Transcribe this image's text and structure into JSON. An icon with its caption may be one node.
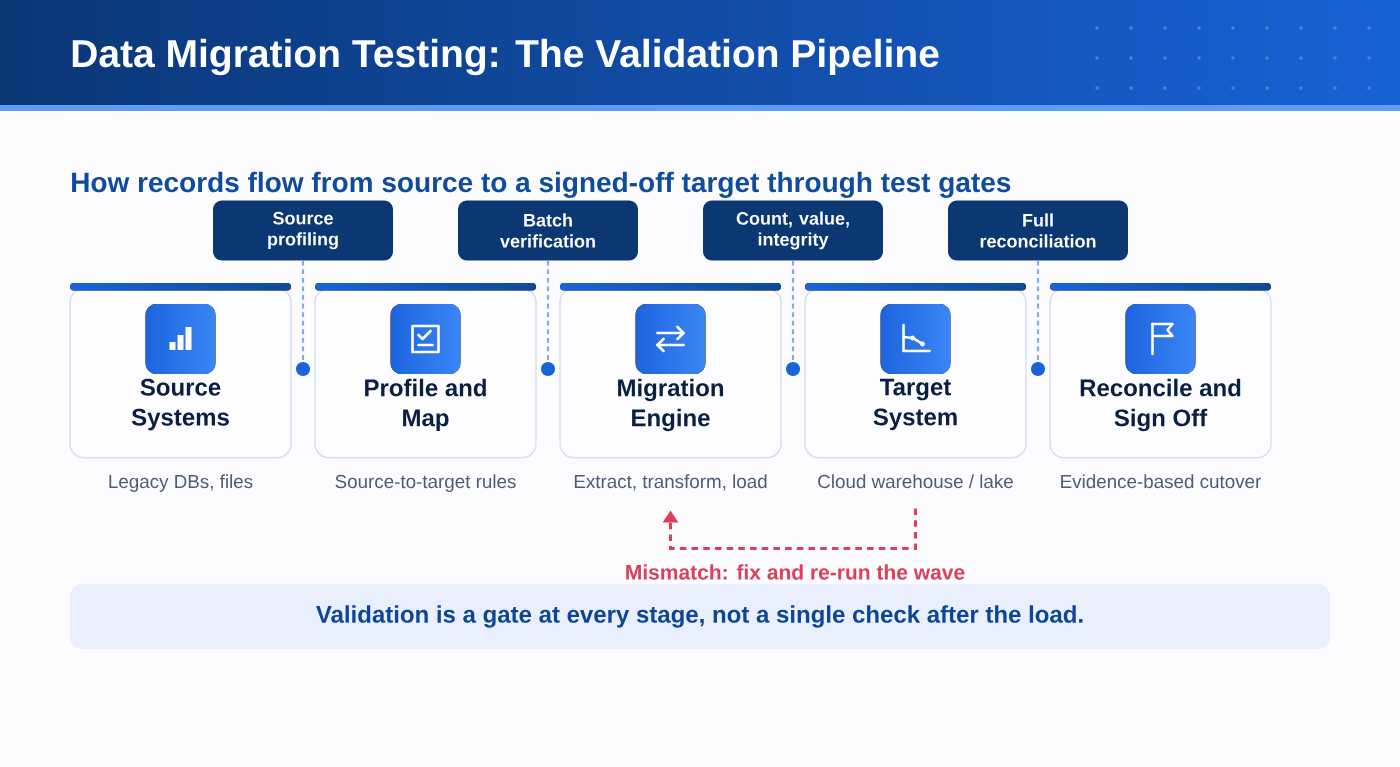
{
  "diagram": {
    "title": "Data Migration Testing: The Validation Pipeline",
    "nodes": [
      {
        "text": [
          "Source profiling"
        ]
      },
      {
        "text": [
          "Batch verification"
        ]
      },
      {
        "text": [
          "Count, value, integrity"
        ]
      },
      {
        "text": [
          "Full reconciliation"
        ]
      },
      {
        "text": [
          "Source Systems"
        ],
        "beside": [
          "Legacy DBs, files"
        ]
      },
      {
        "text": [
          "Profile and Map"
        ],
        "beside": [
          "Source-to-target rules"
        ]
      },
      {
        "text": [
          "Migration Engine"
        ],
        "beside": [
          "Extract, transform, load"
        ]
      },
      {
        "text": [
          "Target System"
        ],
        "beside": [
          "Cloud warehouse / lake"
        ]
      },
      {
        "text": [
          "Reconcile and Sign Off"
        ],
        "beside": [
          "Evidence-based cutover"
        ]
      },
      {
        "text": [],
        "shape": "circle"
      },
      {
        "text": [],
        "shape": "circle"
      },
      {
        "text": [],
        "shape": "circle"
      },
      {
        "text": [],
        "shape": "circle"
      },
      {
        "text": [
          "Validation is a gate at every stage, not a single check after the load."
        ]
      }
    ],
    "edges": [
      {
        "from": 0,
        "to": 9,
        "arrow": "none",
        "style": "dashed"
      },
      {
        "from": 1,
        "to": 10,
        "arrow": "none",
        "style": "dashed"
      },
      {
        "from": 2,
        "to": 11,
        "arrow": "none",
        "style": "dashed"
      },
      {
        "from": 3,
        "to": 12,
        "arrow": "none",
        "style": "dashed"
      },
      {
        "from": 7,
        "to": 6,
        "arrow": "to",
        "style": "dashed",
        "color": "#d9405a",
        "label": "Mismatch: fix and re-run the wave"
      }
    ],
    "labels": [
      "How records flow from source to a signed-off target through test gates"
    ]
  }
}
